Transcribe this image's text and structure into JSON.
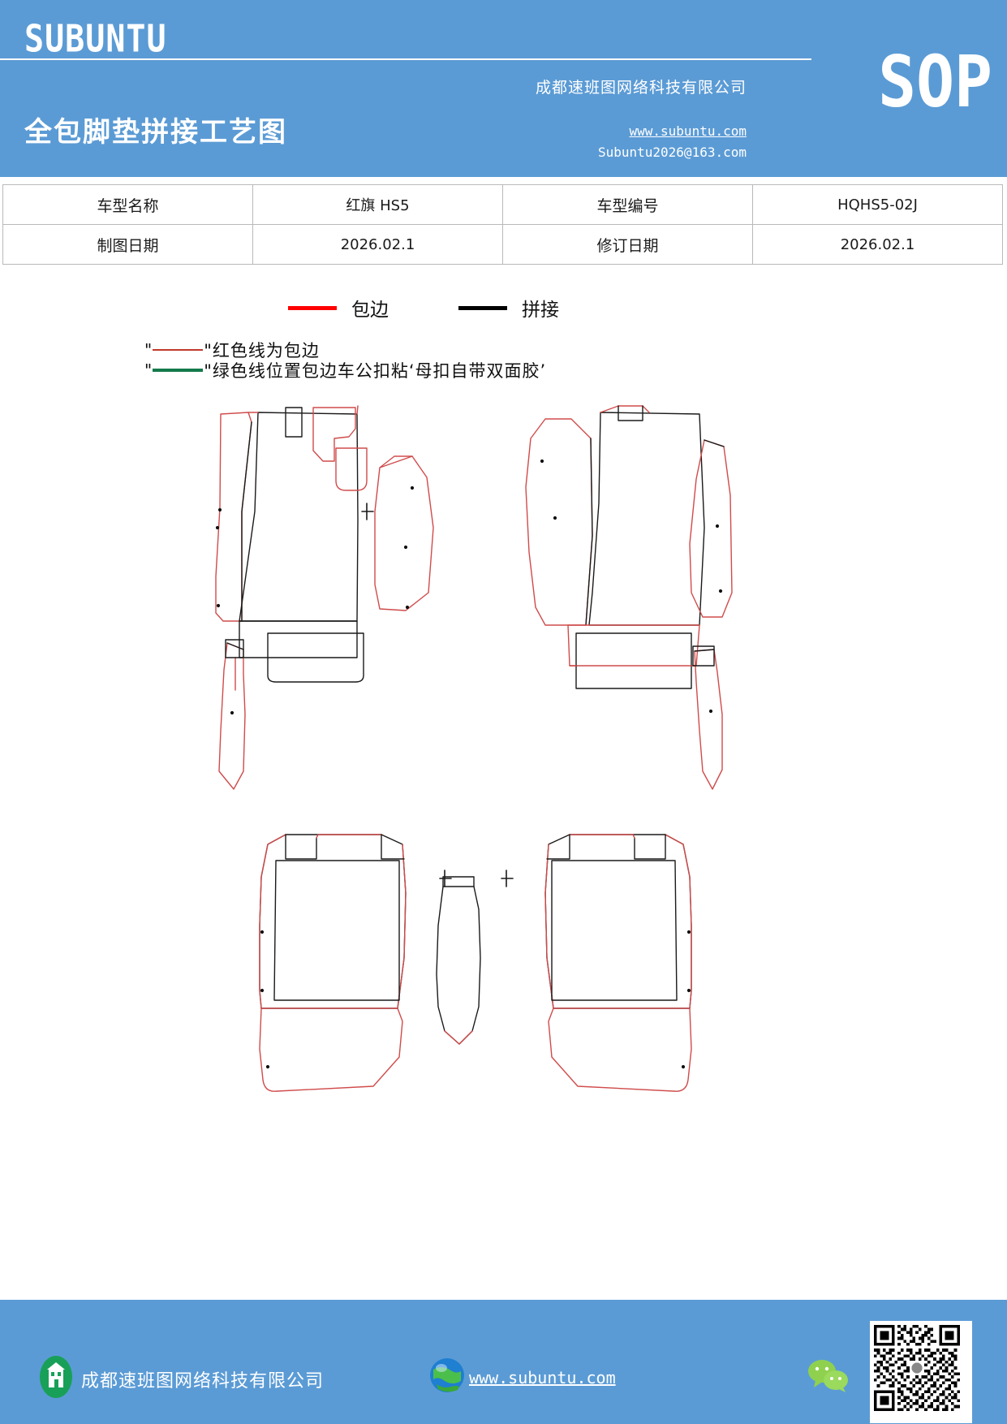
{
  "header": {
    "logo": "SUBUNTU",
    "company_cn": "成都速班图网络科技有限公司",
    "sop": "SOP",
    "doc_title": "全包脚垫拼接工艺图",
    "url": "www.subuntu.com",
    "email": "Subuntu2026@163.com",
    "bg_color": "#5b9bd5"
  },
  "info_table": {
    "rows": [
      {
        "label1": "车型名称",
        "value1": "红旗 HS5",
        "label2": "车型编号",
        "value2": "HQHS5-02J"
      },
      {
        "label1": "制图日期",
        "value1": "2026.02.1",
        "label2": "修订日期",
        "value2": "2026.02.1"
      }
    ]
  },
  "legend": {
    "items": [
      {
        "label": "包边",
        "color": "#ff0000",
        "name": "edge-binding"
      },
      {
        "label": "拼接",
        "color": "#000000",
        "name": "seam-splice"
      }
    ]
  },
  "notes": [
    {
      "quote": "\"",
      "line_color": "#c0392b",
      "text": "\"红色线为包边"
    },
    {
      "quote": "\"",
      "line_color": "#147a4b",
      "text": "\"绿色线位置包边车公扣粘‘母扣自带双面胶’"
    }
  ],
  "drawing": {
    "title": "全包脚垫拼接工艺图",
    "parts": [
      {
        "name": "front-left-mat",
        "label": ""
      },
      {
        "name": "front-right-mat",
        "label": ""
      },
      {
        "name": "rear-mat-assembly",
        "label": ""
      }
    ],
    "line_colors": {
      "binding": "#d04b4b",
      "splice": "#1a1a1a",
      "buckle": "#147a4b"
    }
  },
  "footer": {
    "company": "成都速班图网络科技有限公司",
    "url": "www.subuntu.com",
    "bg_color": "#5b9bd5",
    "icons": [
      "building-icon",
      "globe-icon",
      "wechat-icon",
      "qr-code"
    ]
  }
}
